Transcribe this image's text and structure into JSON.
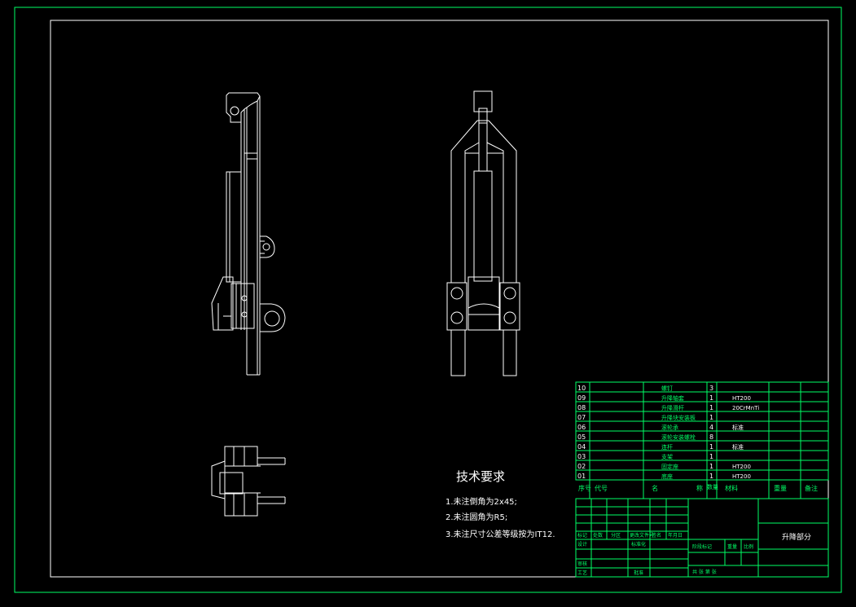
{
  "tech_requirements": {
    "title": "技术要求",
    "items": [
      "1.未注倒角为2x45;",
      "2.未注圆角为R5;",
      "3.未注尺寸公差等级按为IT12."
    ]
  },
  "bom": {
    "rows": [
      {
        "no": "10",
        "name": "螺钉",
        "qty": "3",
        "material": ""
      },
      {
        "no": "09",
        "name": "升降轴套",
        "qty": "1",
        "material": "HT200"
      },
      {
        "no": "08",
        "name": "升降滑杆",
        "qty": "1",
        "material": "20CrMnTi"
      },
      {
        "no": "07",
        "name": "升降块安装板",
        "qty": "1",
        "material": ""
      },
      {
        "no": "06",
        "name": "滚轮承",
        "qty": "4",
        "material": "标准"
      },
      {
        "no": "05",
        "name": "滚轮安装螺栓",
        "qty": "8",
        "material": ""
      },
      {
        "no": "04",
        "name": "连杆",
        "qty": "1",
        "material": "标准"
      },
      {
        "no": "03",
        "name": "支架",
        "qty": "1",
        "material": ""
      },
      {
        "no": "02",
        "name": "固定座",
        "qty": "1",
        "material": "HT200"
      },
      {
        "no": "01",
        "name": "底座",
        "qty": "1",
        "material": "HT200"
      }
    ],
    "header": {
      "no": "序号",
      "code": "代号",
      "name_left": "名",
      "name_right": "称",
      "qty": "数量",
      "material": "材料",
      "weight": "重量",
      "note": "备注"
    }
  },
  "title_block": {
    "drawing_name": "升降部分",
    "row_labels": [
      "标记",
      "处数",
      "分区",
      "更改文件号",
      "签名",
      "年月日"
    ],
    "designer": "设计",
    "standardized": "标准化",
    "stage_labels": [
      "阶段标记",
      "重量",
      "比例"
    ],
    "reviewer": "审核",
    "process": "工艺",
    "approve": "批准",
    "sheets": "共 张 第 张"
  },
  "colors": {
    "background": "#000000",
    "line": "#ffffff",
    "frame": "#00ff66"
  }
}
